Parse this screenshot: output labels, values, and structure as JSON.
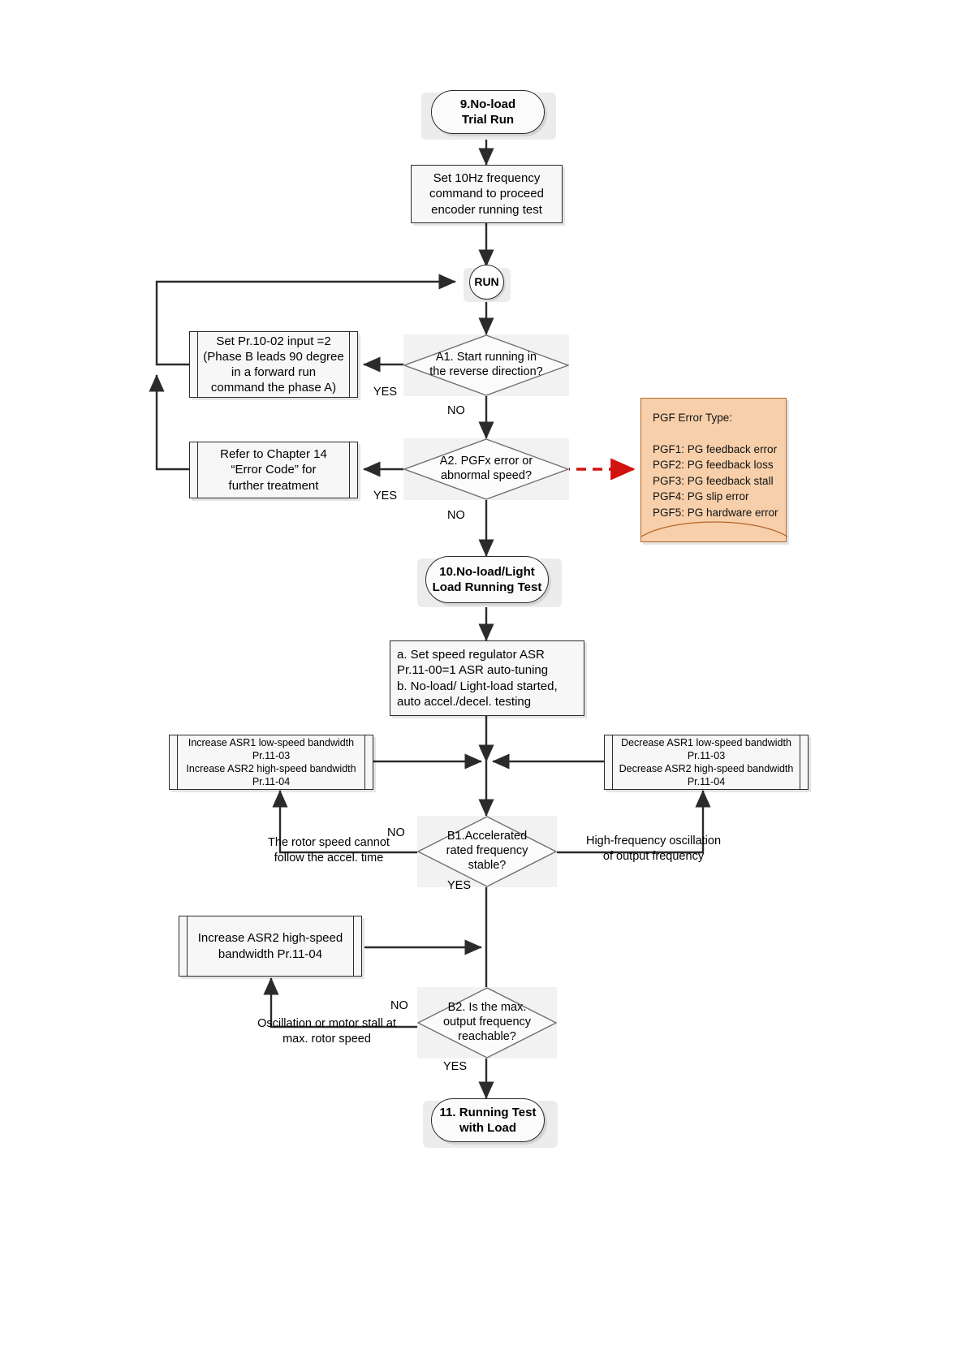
{
  "diagram": {
    "title": "Motor no-load trial run and light-load running test flowchart",
    "type": "flowchart",
    "colors": {
      "line": "#2b2b2b",
      "note_fill": "#f7d0ab",
      "note_border": "#b5642a",
      "dashed_arrow": "#d2120e",
      "node_fill": "#f7f7f7",
      "decision_shade": "#f2f2f2"
    }
  },
  "nodes": {
    "start": {
      "label": "9.No-load\nTrial Run",
      "shape": "terminator"
    },
    "set_freq": {
      "label": "Set 10Hz frequency\ncommand to proceed\nencoder running test",
      "shape": "process"
    },
    "run": {
      "label": "RUN",
      "shape": "circle"
    },
    "a1": {
      "label": "A1. Start running in\nthe reverse direction?",
      "shape": "decision"
    },
    "set_pr1002": {
      "label": "Set Pr.10-02 input =2\n(Phase B leads 90 degree\nin a forward run\ncommand the phase A)",
      "shape": "process"
    },
    "a2": {
      "label": "A2. PGFx error or\nabnormal speed?",
      "shape": "decision"
    },
    "refer_ch14": {
      "label": "Refer to Chapter 14\n“Error Code”  for\nfurther treatment",
      "shape": "process"
    },
    "stage10": {
      "label": "10.No-load/Light\nLoad Running Test",
      "shape": "terminator"
    },
    "asr_setup": {
      "label": "a. Set speed regulator ASR\n     Pr.11-00=1 ASR auto-tuning\nb. No-load/ Light-load started,\n     auto accel./decel. testing",
      "shape": "process"
    },
    "increase_asr": {
      "label": "Increase ASR1 low-speed bandwidth\nPr.11-03\nIncrease ASR2 high-speed bandwidth\nPr.11-04",
      "shape": "process"
    },
    "decrease_asr": {
      "label": "Decrease ASR1 low-speed bandwidth\nPr.11-03\nDecrease ASR2 high-speed bandwidth\nPr.11-04",
      "shape": "process"
    },
    "b1": {
      "label": "B1.Accelerated\nrated frequency\nstable?",
      "shape": "decision"
    },
    "increase_asr2": {
      "label": "Increase ASR2 high-speed\nbandwidth Pr.11-04",
      "shape": "process"
    },
    "b2": {
      "label": "B2. Is the max.\noutput frequency\nreachable?",
      "shape": "decision"
    },
    "end": {
      "label": "11. Running Test\nwith Load",
      "shape": "terminator"
    }
  },
  "note": {
    "title": "PGF Error Type:",
    "items": [
      "PGF1: PG feedback error",
      "PGF2: PG feedback loss",
      "PGF3: PG feedback stall",
      "PGF4: PG slip error",
      "PGF5: PG hardware error"
    ],
    "text": "PGF Error Type:\n\nPGF1: PG feedback error\nPGF2: PG feedback loss\nPGF3: PG feedback stall\nPGF4: PG slip error\nPGF5: PG hardware error"
  },
  "edge_labels": {
    "a1_yes": "YES",
    "a1_no": "NO",
    "a2_yes": "YES",
    "a2_no": "NO",
    "b1_no": "NO",
    "b1_yes": "YES",
    "b1_left_note": "The rotor speed cannot\nfollow the accel. time",
    "b1_right_note": "High-frequency oscillation\nof output frequency",
    "b2_no": "NO",
    "b2_yes": "YES",
    "b2_left_note": "Oscillation or motor stall at\nmax. rotor speed"
  }
}
